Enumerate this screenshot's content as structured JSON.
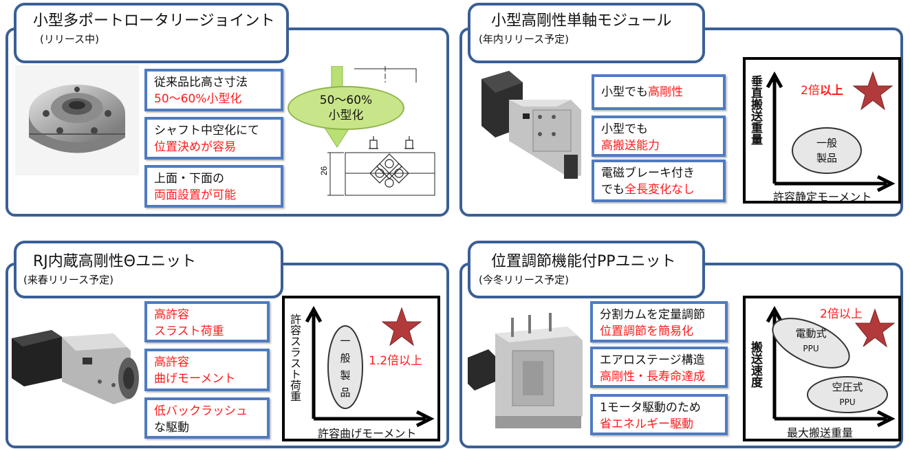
{
  "panels": [
    {
      "title": "小型多ポートロータリージョイント",
      "subtitle": "(リリース中)",
      "features": [
        {
          "line1": "従来品比高さ寸法",
          "line2": "50～60%小型化"
        },
        {
          "line1": "シャフト中空化にて",
          "line2": "位置決めが容易"
        },
        {
          "line1": "上面・下面の",
          "line2": "両面設置が可能"
        }
      ],
      "callout_line1": "50～60%",
      "callout_line2": "小型化",
      "drawing_dim": "26"
    },
    {
      "title": "小型高剛性単軸モジュール",
      "subtitle": "(年内リリース予定)",
      "features": [
        {
          "prefix": "小型でも",
          "highlight": "高剛性"
        },
        {
          "line1": "小型でも",
          "line2": "高搬送能力"
        },
        {
          "line1": "電磁ブレーキ付き",
          "prefix2": "でも",
          "highlight2": "全長変化なし"
        }
      ],
      "chart": {
        "ylabel": "垂直搬送重量",
        "xlabel": "許容静定モーメント",
        "ratio_prefix": "2倍",
        "ratio_bold": "以上",
        "ellipse_line1": "一般",
        "ellipse_line2": "製品"
      }
    },
    {
      "title": "RJ内蔵高剛性Θユニット",
      "subtitle": "(来春リリース予定)",
      "features": [
        {
          "line1": "高許容",
          "line2": "スラスト荷重"
        },
        {
          "line1": "高許容",
          "line2": "曲げモーメント"
        },
        {
          "line1": "低バックラッシュ",
          "line2": "な駆動"
        }
      ],
      "chart": {
        "ylabel": "許容スラスト荷重",
        "xlabel": "許容曲げモーメント",
        "ratio": "1.2倍以上",
        "ellipse_chars": [
          "一",
          "般",
          "製",
          "品"
        ]
      }
    },
    {
      "title": "位置調節機能付PPユニット",
      "subtitle": "(今冬リリース予定)",
      "features": [
        {
          "line1": "分割カムを定量調節",
          "line2": "位置調節を簡易化"
        },
        {
          "line1": "エアロステージ構造",
          "line2": "高剛性・長寿命達成"
        },
        {
          "line1": "1モータ駆動のため",
          "line2": "省エネルギー駆動"
        }
      ],
      "chart": {
        "ylabel": "搬送速度",
        "xlabel": "最大搬送重量",
        "ratio": "2倍以上",
        "ellipse1_line1": "電動式",
        "ellipse1_line2": "PPU",
        "ellipse2_line1": "空圧式",
        "ellipse2_line2": "PPU"
      }
    }
  ],
  "colors": {
    "frame": "#3a5f95",
    "box": "#4f7bc0",
    "accent": "#ff1a1a",
    "star": "#b33a3a",
    "callout": "#c9e58a"
  }
}
